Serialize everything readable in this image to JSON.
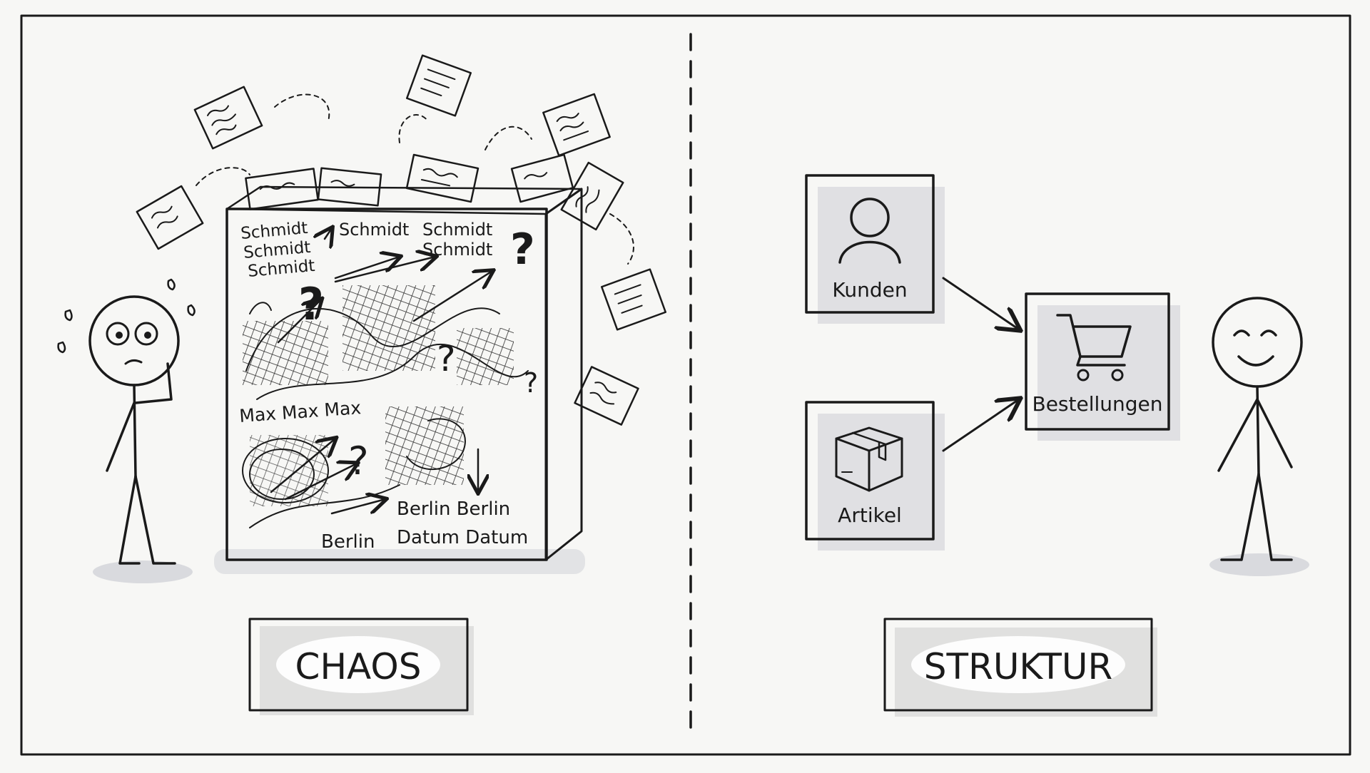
{
  "colors": {
    "ink": "#1a1a1a",
    "paper": "#f7f7f5",
    "chaos_red": "#e06a6a",
    "struktur_teal": "#3aa58c",
    "shadow": "#d9dade"
  },
  "chaos": {
    "label": "CHAOS",
    "words": {
      "w1": "Schmidt",
      "w2": "Schmidt",
      "w3": "Schmidt",
      "w4": "Schmidt",
      "w5": "Schmidt",
      "w6": "Schmidt",
      "w7": "Max Max Max",
      "w8": "Berlin Berlin",
      "w9": "Berlin",
      "w10": "Datum Datum"
    },
    "question_mark": "?"
  },
  "struktur": {
    "label": "STRUKTUR",
    "entities": {
      "customers": "Kunden",
      "orders": "Bestellungen",
      "articles": "Artikel"
    }
  },
  "icons": {
    "customers": "person-icon",
    "orders": "shopping-cart-icon",
    "articles": "package-box-icon"
  }
}
